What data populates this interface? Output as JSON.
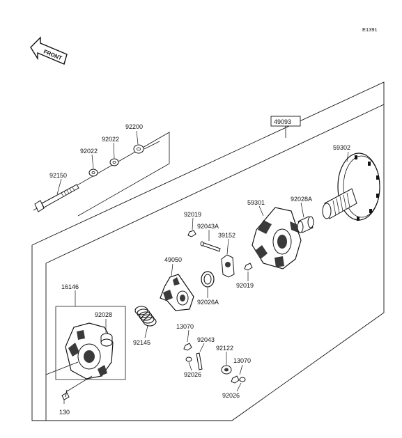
{
  "figure_ref": "E1391",
  "front_label": "FRONT",
  "assembly_label": "49093",
  "parts": [
    {
      "id": "p-92200",
      "label": "92200"
    },
    {
      "id": "p-92022a",
      "label": "92022"
    },
    {
      "id": "p-92022b",
      "label": "92022"
    },
    {
      "id": "p-92150",
      "label": "92150"
    },
    {
      "id": "p-59302",
      "label": "59302"
    },
    {
      "id": "p-59301",
      "label": "59301"
    },
    {
      "id": "p-92028A",
      "label": "92028A"
    },
    {
      "id": "p-92019a",
      "label": "92019"
    },
    {
      "id": "p-92043A",
      "label": "92043A"
    },
    {
      "id": "p-39152",
      "label": "39152"
    },
    {
      "id": "p-49050",
      "label": "49050"
    },
    {
      "id": "p-92019b",
      "label": "92019"
    },
    {
      "id": "p-16146",
      "label": "16146"
    },
    {
      "id": "p-92026A",
      "label": "92026A"
    },
    {
      "id": "p-92028",
      "label": "92028"
    },
    {
      "id": "p-13070a",
      "label": "13070"
    },
    {
      "id": "p-92043",
      "label": "92043"
    },
    {
      "id": "p-92122",
      "label": "92122"
    },
    {
      "id": "p-13070b",
      "label": "13070"
    },
    {
      "id": "p-92145",
      "label": "92145"
    },
    {
      "id": "p-92026a",
      "label": "92026"
    },
    {
      "id": "p-92026b",
      "label": "92026"
    },
    {
      "id": "p-130",
      "label": "130"
    }
  ],
  "colors": {
    "line": "#111111",
    "fill": "#ffffff",
    "shade": "#3a3a3a"
  }
}
